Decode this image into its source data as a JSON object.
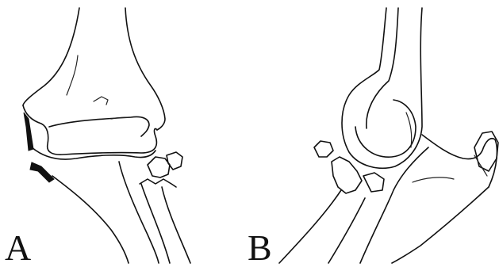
{
  "figure": {
    "panels": [
      {
        "id": "A",
        "label": "A"
      },
      {
        "id": "B",
        "label": "B"
      }
    ]
  }
}
